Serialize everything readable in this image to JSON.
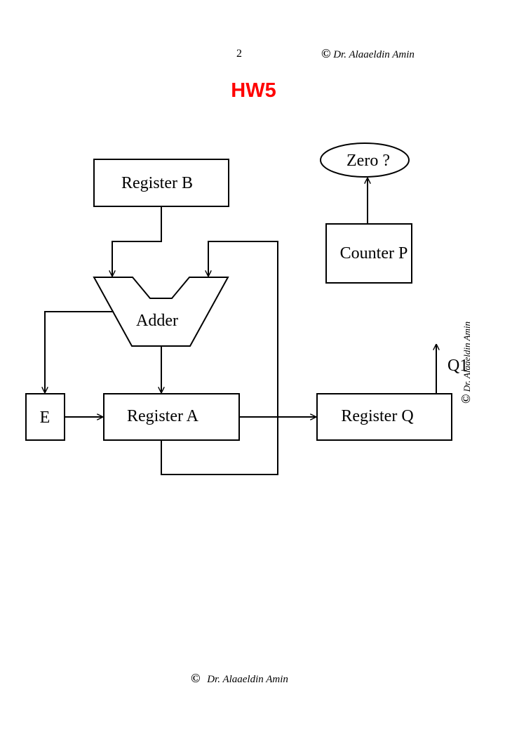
{
  "header": {
    "page_number": "2",
    "copyright_symbol": "©",
    "author": "Dr. Alaaeldin Amin"
  },
  "title": "HW5",
  "diagram": {
    "register_b": "Register  B",
    "adder": "Adder",
    "register_a": "Register A",
    "register_q": "Register  Q",
    "e": "E",
    "counter_p": "Counter P",
    "zero_check": "Zero ?",
    "q1": "Q1"
  },
  "footer": {
    "copyright_symbol": "©",
    "author": "Dr. Alaaeldin Amin"
  },
  "side_watermark": {
    "copyright_symbol": "©",
    "author": "Dr. Alaaeldin Amin"
  },
  "colors": {
    "title": "#ff0000",
    "lines": "#000000"
  }
}
